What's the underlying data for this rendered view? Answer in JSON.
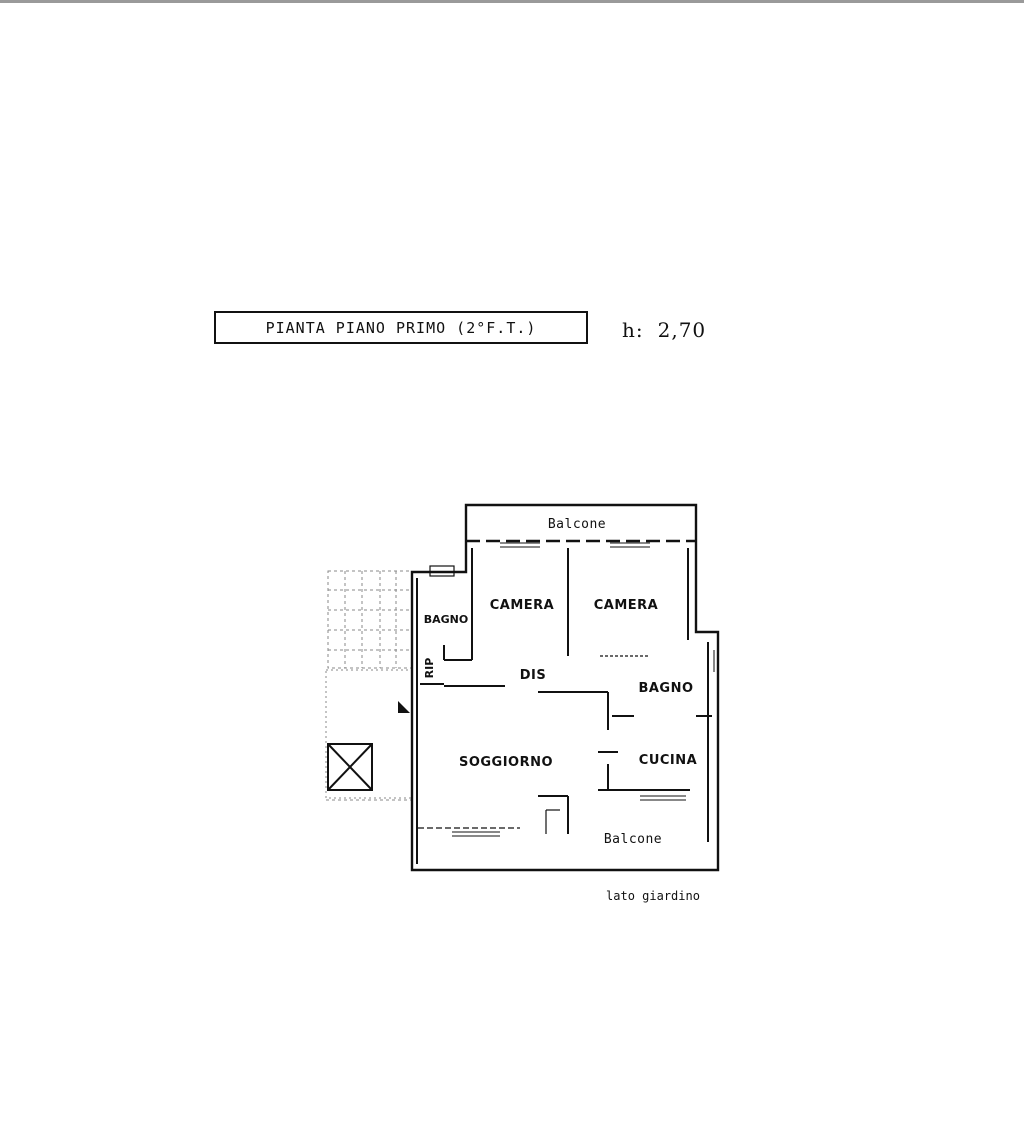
{
  "plan": {
    "title": "PIANTA PIANO PRIMO (2°F.T.)",
    "height_prefix": "h:",
    "height_value": "2,70",
    "side_note": "lato giardino"
  },
  "rooms": {
    "balcone_top": "Balcone",
    "camera_1": "CAMERA",
    "camera_2": "CAMERA",
    "bagno_small": "BAGNO",
    "ripostiglio": "RIP",
    "disimpegno": "DIS",
    "bagno_large": "BAGNO",
    "soggiorno": "SOGGIORNO",
    "cucina": "CUCINA",
    "balcone_bottom": "Balcone"
  },
  "colors": {
    "ink": "#111111",
    "faded": "#8a8a8a",
    "paper": "#ffffff"
  }
}
